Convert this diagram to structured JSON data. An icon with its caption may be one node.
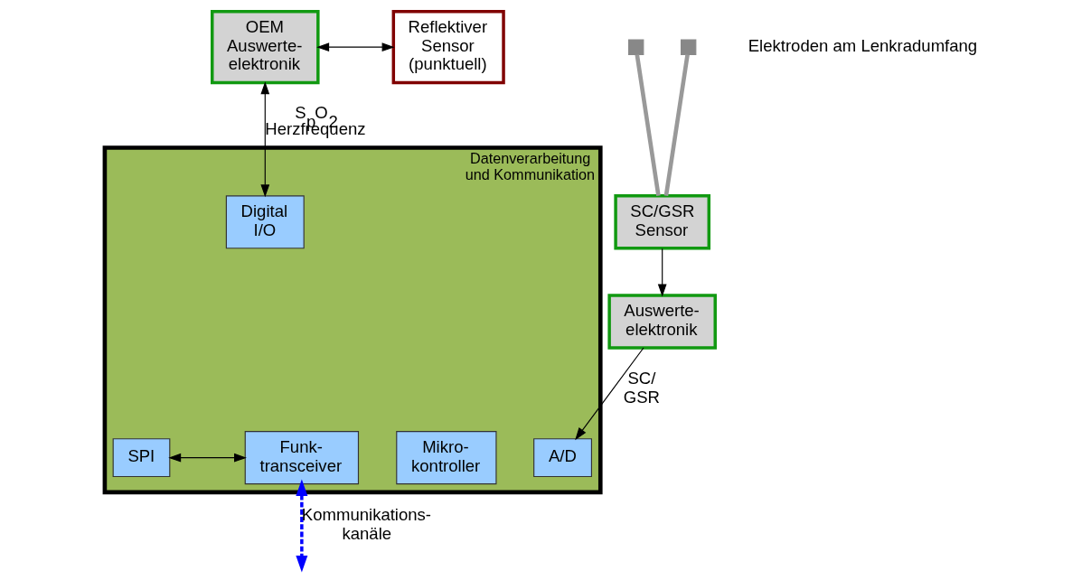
{
  "diagram": {
    "nodes": [
      {
        "text": [
          "SC/GSR Sensor"
        ]
      },
      {
        "text": [
          "Auswerte- elektronik"
        ]
      },
      {
        "text": [
          "OEM Auswerte- elektronik"
        ]
      },
      {
        "text": [
          "Reflektiver Sensor (punktuell)"
        ]
      },
      {
        "text": [
          "Datenverarbeitung und Kommunikation"
        ]
      },
      {
        "text": [
          "Digital I/O"
        ],
        "in": 4
      },
      {
        "text": [
          "A/D"
        ],
        "in": 4
      },
      {
        "text": [
          "Mikro- kontroller"
        ],
        "in": 4
      },
      {
        "text": [
          "SPI"
        ],
        "in": 4
      },
      {
        "text": [
          "Funk- transceiver"
        ],
        "in": 4
      },
      {
        "text": [],
        "shape": "box"
      },
      {
        "text": [],
        "shape": "box"
      }
    ],
    "edges": [
      {
        "from": 10,
        "to": 0,
        "arrow": "none",
        "style": "thick",
        "color": "#999999"
      },
      {
        "from": 11,
        "to": 0,
        "arrow": "none",
        "style": "thick",
        "color": "#999999"
      },
      {
        "from": 0,
        "to": 1,
        "arrow": "to"
      },
      {
        "from": 1,
        "to": 6,
        "arrow": "to",
        "label": "SC/ GSR"
      },
      {
        "from": 2,
        "to": 3,
        "arrow": "both"
      },
      {
        "from": 2,
        "to": 5,
        "arrow": "both",
        "label": "S$_{p}$O$_{2}$ Herzfrequenz"
      },
      {
        "from": 8,
        "to": 9,
        "arrow": "both"
      },
      {
        "from": 9,
        "to": null,
        "arrow": "both",
        "label": "Kommunikations- kanäle",
        "style": "dashed",
        "color": "#0000ff"
      }
    ],
    "labels": [
      "Elektroden am Lenkradumfang"
    ]
  }
}
